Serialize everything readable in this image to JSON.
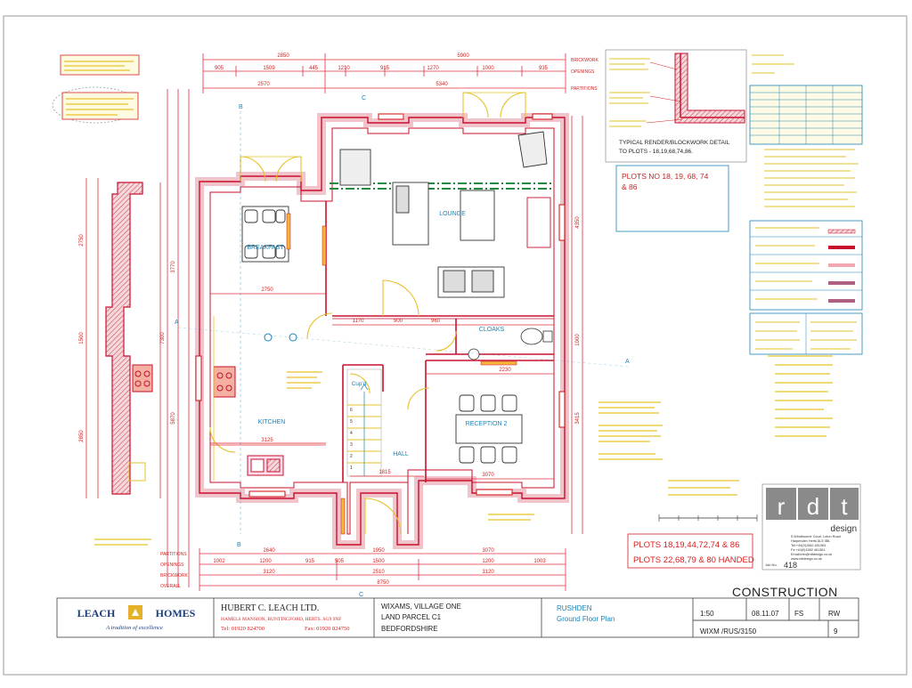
{
  "room_labels": {
    "breakfast": "BREAKFAST",
    "lounge": "LOUNGE",
    "kitchen": "KITCHEN",
    "cloaks": "CLOAKS",
    "cupd": "Cup'd",
    "reception2": "RECEPTION 2",
    "hall": "HALL"
  },
  "row_labels": {
    "brickwork": "BRICKWORK",
    "openings": "OPENINGS",
    "partitions": "PARTITIONS",
    "overall": "OVERALL"
  },
  "top_dims": {
    "overall": [
      "2850",
      "5900"
    ],
    "openings": [
      "905",
      "1509",
      "445",
      "1210",
      "915",
      "1270",
      "1000",
      "935"
    ],
    "partitions": [
      "2570",
      "5340"
    ]
  },
  "bottom_dims": {
    "partitions": [
      "2640",
      "1950",
      "3070"
    ],
    "openings": [
      "1002",
      "1200",
      "915",
      "505",
      "1500",
      "1200",
      "1003"
    ],
    "brickwork": [
      "3120",
      "2510",
      "3120"
    ],
    "overall": [
      "8750"
    ]
  },
  "interior_dims": [
    "2750",
    "1170",
    "900",
    "960",
    "2230",
    "3125",
    "1815",
    "3070"
  ],
  "left_dims": [
    "2750",
    "1500",
    "7300",
    "2850",
    "3770",
    "5870"
  ],
  "right_dims": [
    "4350",
    "1000",
    "3415"
  ],
  "section_marks": [
    "A",
    "B",
    "C"
  ],
  "detail": {
    "caption_line1": "TYPICAL RENDER/BLOCKWORK DETAIL",
    "caption_line2": "TO PLOTS - 18,19,68,74,86."
  },
  "plots_note": {
    "line1": "PLOTS NO 18, 19, 68, 74",
    "line2": "& 86"
  },
  "plots_box": {
    "line1": "PLOTS 18,19,44,72,74 & 86",
    "line2": "PLOTS 22,68,79 & 80 HANDED"
  },
  "rdt": {
    "letters": [
      "r",
      "d",
      "t"
    ],
    "word": "design",
    "address": [
      "5 Windbourne Court, Luton Road",
      "Harpenden Herts AL5 3BL",
      "Tel:+44(0)1582 461063",
      "Fx:+44(0)1582 461361",
      "Email:info@rdtdesign.co.uk",
      "www.rdtdesign.co.uk"
    ],
    "job_label": "Job No.",
    "job_no": "418"
  },
  "status": "CONSTRUCTION",
  "title_block": {
    "logo_left": "LEACH",
    "logo_right": "HOMES",
    "tagline": "A tradition of excellence",
    "company": "HUBERT C. LEACH LTD.",
    "address": "HAMELS MANSION, BUNTINGFORD, HERTS. SG9 9NF",
    "tel": "Tel: 01920 824700",
    "fax": "Fax: 01920 824750",
    "site1": "WIXAMS, VILLAGE ONE",
    "site2": "LAND PARCEL C1",
    "site3": "BEDFORDSHIRE",
    "house": "RUSHDEN",
    "drawing": "Ground Floor Plan",
    "scale": "1:50",
    "date": "08.11.07",
    "drawn": "FS",
    "checked": "RW",
    "number": "WIXM /RUS/3150",
    "revision": "9"
  },
  "colors": {
    "wall": "#c8102e",
    "dim": "#e0303c",
    "fitting": "#e6c229",
    "text_red": "#d41f1f",
    "text_blue": "#1a84b8",
    "green": "#1e8a3e",
    "frame": "#888888"
  }
}
